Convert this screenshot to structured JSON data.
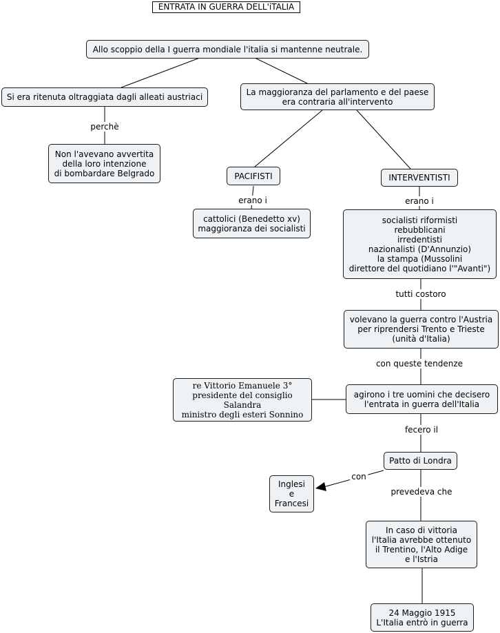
{
  "title": "ENTRATA IN GUERRA DELL'iTALIA",
  "nodes": {
    "root": "Allo scoppio della I guerra mondiale l'italia si mantenne neutrale.",
    "oltraggiata": "Si era ritenuta oltraggiata dagli alleati austriaci",
    "non_avvertita": "Non l'avevano avvertita\ndella loro intenzione\ndi bombardare Belgrado",
    "maggioranza": "La maggioranza del parlamento e del paese\nera contraria all'intervento",
    "pacifisti": "PACIFISTI",
    "cattolici": "cattolici (Benedetto xv)\nmaggioranza dei socialisti",
    "interventisti": "INTERVENTISTI",
    "socialisti": "socialisti riformisti\nrebubblicani\nirredentisti\nnazionalisti (D'Annunzio)\nla stampa (Mussolini\ndirettore del quotidiano l'\"Avanti\")",
    "volevano": "volevano la guerra contro l'Austria\nper riprendersi Trento e Trieste\n(unità d'Italia)",
    "re": "re Vittorio Emanuele 3°\npresidente del consiglio Salandra\nministro degli esteri Sonnino",
    "agirono": "agirono i tre uomini che decisero\nl'entrata in guerra dell'Italia",
    "patto": "Patto di Londra",
    "inglesi": "Inglesi\ne\nFrancesi",
    "vittoria": "In caso di vittoria\nl'Italia avrebbe ottenuto\nil Trentino, l'Alto Adige\ne l'Istria",
    "maggio": "24 Maggio 1915\nL'Italia entrò in guerra"
  },
  "labels": {
    "perche": "perchè",
    "erano_i_1": "erano i",
    "erano_i_2": "erano i",
    "tutti_costoro": "tutti costoro",
    "con_queste": "con queste tendenze",
    "fecero_il": "fecero il",
    "con": "con",
    "prevedeva": "prevedeva che"
  }
}
